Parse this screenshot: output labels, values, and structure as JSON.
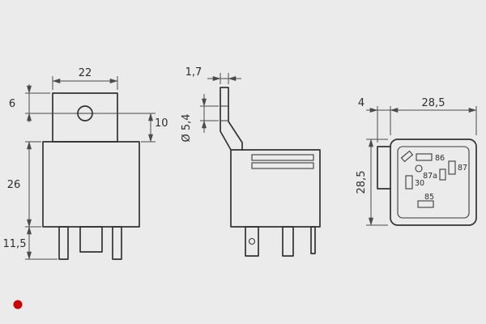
{
  "drawing": {
    "type": "technical-dimension-drawing",
    "subject": "automotive relay, three orthographic views",
    "colors": {
      "background": "#ebebeb",
      "line": "#333333",
      "dimension": "#4b4b4b",
      "brand_dot": "#cc0000"
    }
  },
  "front_view": {
    "dims": {
      "tab_width": "22",
      "hole_offset_from_top": "6",
      "tab_height_below_hole": "10",
      "body_height": "26",
      "pin_length": "11,5"
    }
  },
  "side_view": {
    "dims": {
      "tab_thickness": "1,7",
      "hole_diameter": "Ø 5,4"
    }
  },
  "rear_view": {
    "dims": {
      "flange_depth": "4",
      "base_width": "28,5",
      "base_height": "28,5"
    },
    "terminals": {
      "t86": "86",
      "t87": "87",
      "t87a": "87a",
      "t30": "30",
      "t85": "85"
    }
  }
}
